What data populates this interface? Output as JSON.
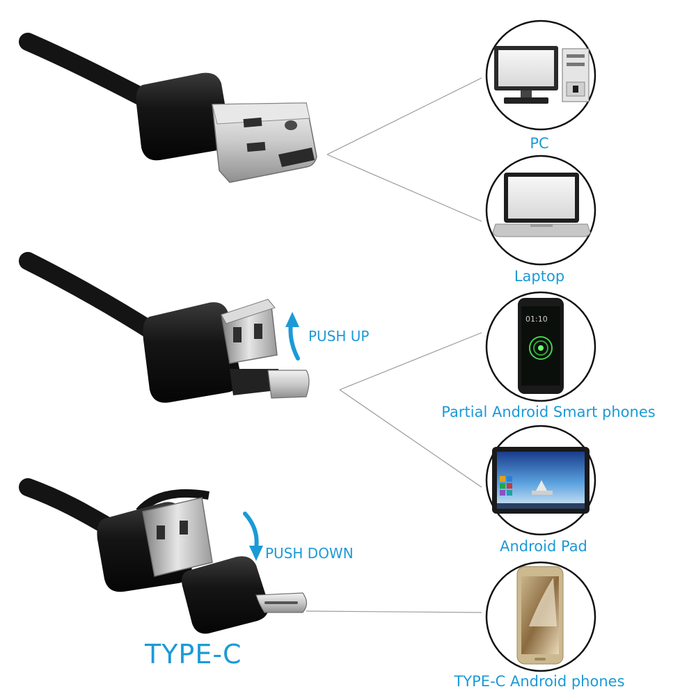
{
  "colors": {
    "accent": "#1c9ad6",
    "cable": "#141414",
    "line": "#9a9a9a"
  },
  "connectors": [
    {
      "name": "usb-a",
      "action": ""
    },
    {
      "name": "micro-usb",
      "action": "PUSH UP"
    },
    {
      "name": "type-c",
      "action": "PUSH DOWN"
    }
  ],
  "connector_caption": "TYPE-C",
  "devices": [
    {
      "icon": "pc-icon",
      "label": "PC"
    },
    {
      "icon": "laptop-icon",
      "label": "Laptop"
    },
    {
      "icon": "phone-icon",
      "label": "Partial Android Smart phones"
    },
    {
      "icon": "tablet-icon",
      "label": "Android Pad"
    },
    {
      "icon": "gold-phone-icon",
      "label": "TYPE-C Android phones"
    }
  ]
}
